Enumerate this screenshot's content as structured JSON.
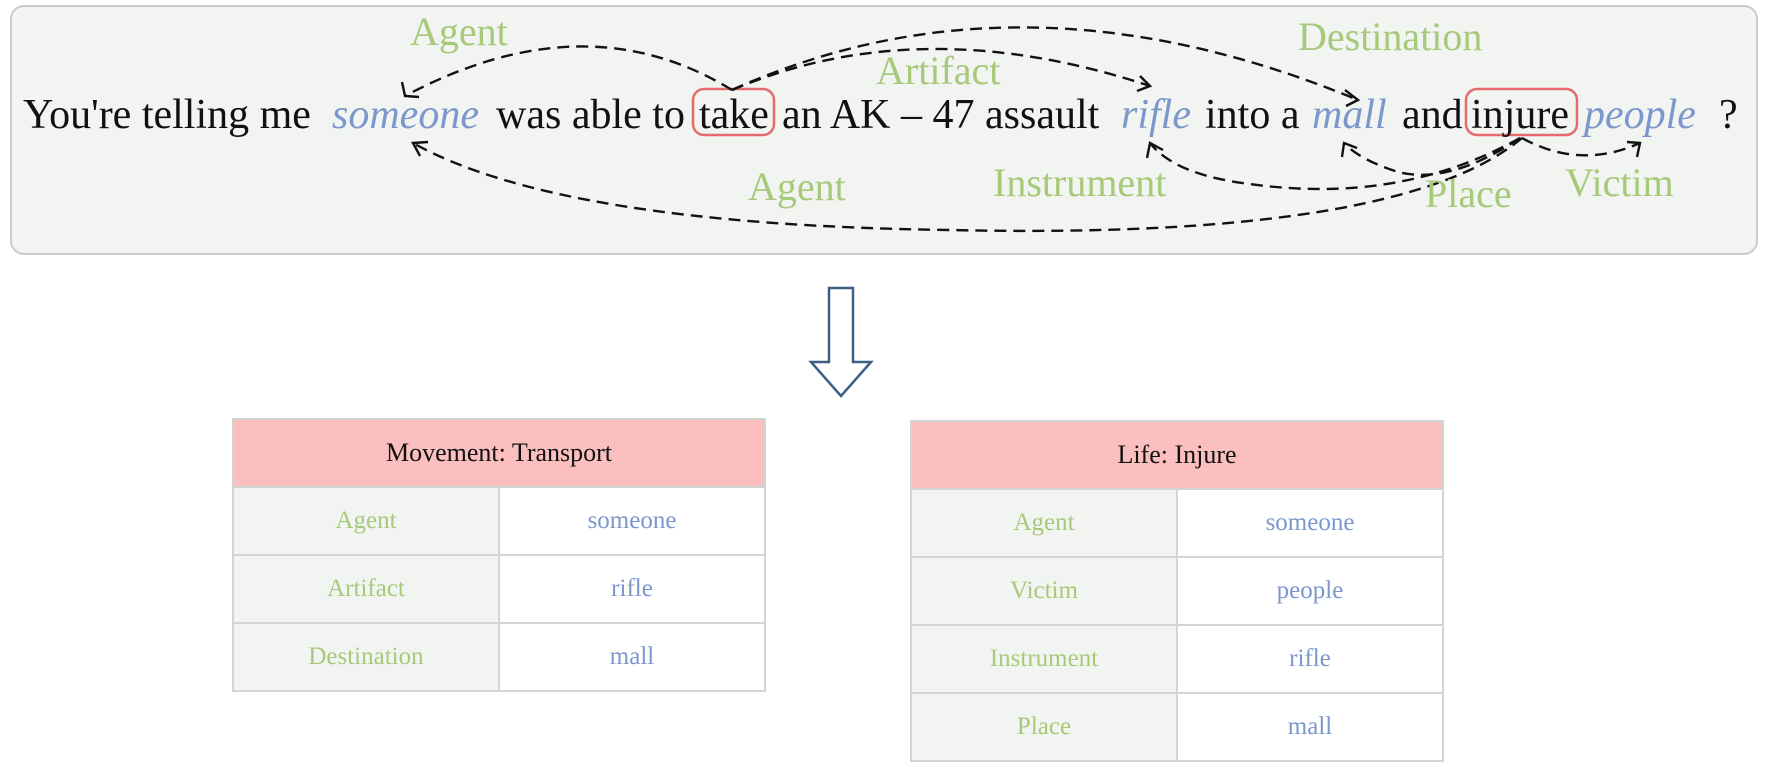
{
  "sentence": {
    "tokens": [
      {
        "text": "You're telling me",
        "type": "plain"
      },
      {
        "text": "someone",
        "type": "argument"
      },
      {
        "text": "was able to",
        "type": "plain"
      },
      {
        "text": "take",
        "type": "trigger"
      },
      {
        "text": "an AK – 47 assault",
        "type": "plain"
      },
      {
        "text": "rifle",
        "type": "argument"
      },
      {
        "text": "into a",
        "type": "plain"
      },
      {
        "text": "mall",
        "type": "argument"
      },
      {
        "text": "and",
        "type": "plain"
      },
      {
        "text": "injure",
        "type": "trigger"
      },
      {
        "text": "people",
        "type": "argument"
      },
      {
        "text": "?",
        "type": "plain"
      }
    ],
    "arc_labels": {
      "take_agent": "Agent",
      "take_artifact": "Artifact",
      "take_destination": "Destination",
      "injure_agent": "Agent",
      "injure_instrument": "Instrument",
      "injure_place": "Place",
      "injure_victim": "Victim"
    }
  },
  "events": [
    {
      "type": "Movement: Transport",
      "roles": [
        {
          "role": "Agent",
          "value": "someone"
        },
        {
          "role": "Artifact",
          "value": "rifle"
        },
        {
          "role": "Destination",
          "value": "mall"
        }
      ]
    },
    {
      "type": "Life: Injure",
      "roles": [
        {
          "role": "Agent",
          "value": "someone"
        },
        {
          "role": "Victim",
          "value": "people"
        },
        {
          "role": "Instrument",
          "value": "rifle"
        },
        {
          "role": "Place",
          "value": "mall"
        }
      ]
    }
  ],
  "colors": {
    "argument": "#7b97cc",
    "role": "#a6c97a",
    "trigger_box": "#e46b6b",
    "event_header": "#fbbfbf",
    "panel_bg": "#f2f4f2"
  }
}
